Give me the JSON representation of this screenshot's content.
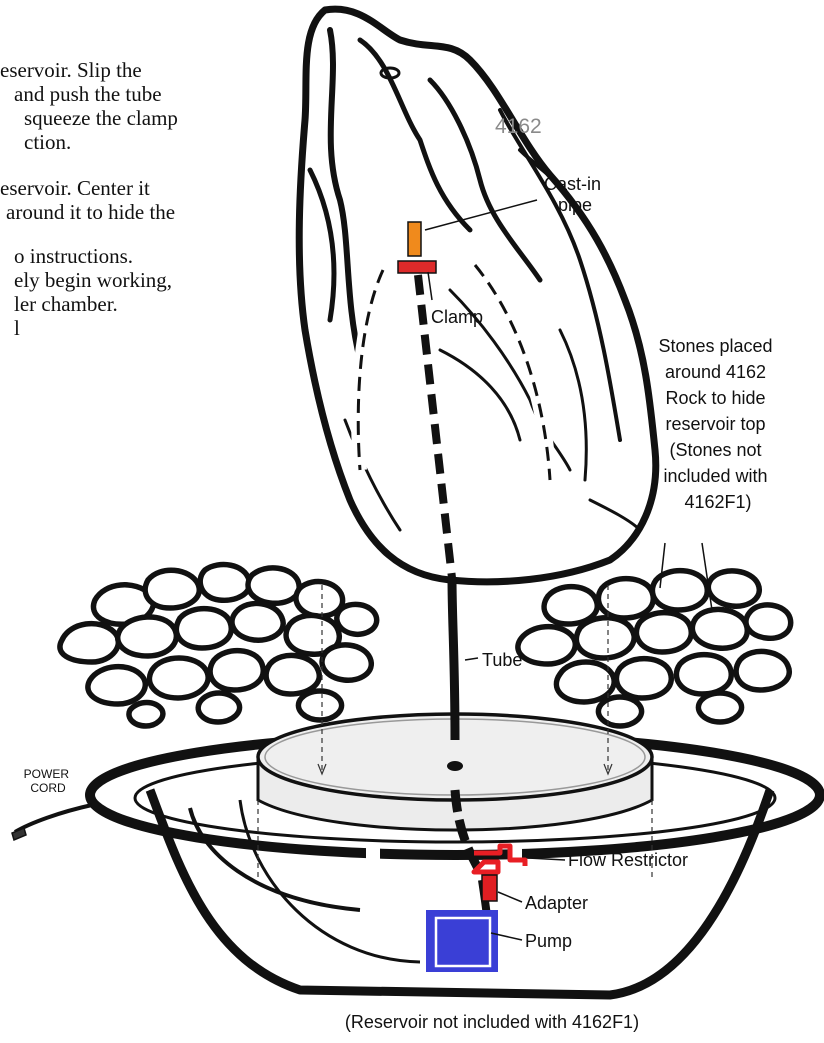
{
  "instructions": {
    "paragraphs": [
      [
        "eservoir. Slip the",
        "and push the tube",
        "squeeze the clamp",
        "ction."
      ],
      [
        "eservoir. Center it",
        "around it to hide the"
      ],
      [
        "o instructions.",
        "ely begin working,",
        "ler chamber.",
        "l"
      ]
    ]
  },
  "diagram": {
    "model_number": "4162",
    "labels": {
      "cast_in_pipe": [
        "Cast-in",
        "pipe"
      ],
      "clamp": "Clamp",
      "stones_note": [
        "Stones placed",
        "around 4162",
        "Rock to hide",
        "reservoir top",
        "(Stones not",
        "included with",
        "4162F1)"
      ],
      "tube": "Tube",
      "power_cord": [
        "POWER",
        "CORD"
      ],
      "flow_restrictor": "Flow Restrictor",
      "adapter": "Adapter",
      "pump": "Pump",
      "reservoir_note": "(Reservoir not included with 4162F1)"
    },
    "colors": {
      "pipe": "#f08a1c",
      "clamp": "#dd2a2a",
      "flow_restrictor": "#e81e24",
      "adapter": "#e01e22",
      "pump": "#3a3fd6",
      "line": "#111111",
      "number": "#8a8a8a"
    }
  }
}
